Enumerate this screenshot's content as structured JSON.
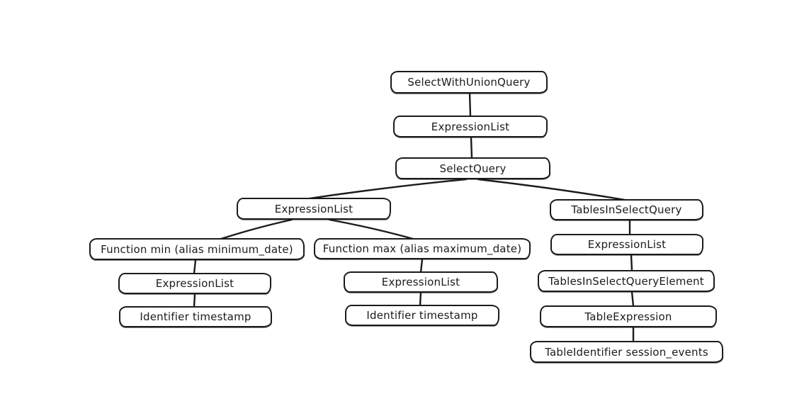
{
  "diagram": {
    "kind": "sql-ast-tree",
    "colors": {
      "background": "#ffffff",
      "node_fill": "#ffffff",
      "stroke": "#1b1b1b",
      "text": "#1b1b1b"
    }
  },
  "nodes": [
    {
      "id": "select-with-union-query",
      "label": "SelectWithUnionQuery"
    },
    {
      "id": "expression-list-root",
      "label": "ExpressionList"
    },
    {
      "id": "select-query",
      "label": "SelectQuery"
    },
    {
      "id": "expression-list-select",
      "label": "ExpressionList"
    },
    {
      "id": "function-min",
      "label": "Function min (alias minimum_date)"
    },
    {
      "id": "expression-list-min",
      "label": "ExpressionList"
    },
    {
      "id": "identifier-timestamp-min",
      "label": "Identifier timestamp"
    },
    {
      "id": "function-max",
      "label": "Function max (alias maximum_date)"
    },
    {
      "id": "expression-list-max",
      "label": "ExpressionList"
    },
    {
      "id": "identifier-timestamp-max",
      "label": "Identifier timestamp"
    },
    {
      "id": "tables-in-select-query",
      "label": "TablesInSelectQuery"
    },
    {
      "id": "expression-list-tables",
      "label": "ExpressionList"
    },
    {
      "id": "tables-in-select-query-element",
      "label": "TablesInSelectQueryElement"
    },
    {
      "id": "table-expression",
      "label": "TableExpression"
    },
    {
      "id": "table-identifier",
      "label": "TableIdentifier session_events"
    }
  ],
  "edges": [
    {
      "from": "select-with-union-query",
      "to": "expression-list-root"
    },
    {
      "from": "expression-list-root",
      "to": "select-query"
    },
    {
      "from": "select-query",
      "to": "expression-list-select"
    },
    {
      "from": "select-query",
      "to": "tables-in-select-query"
    },
    {
      "from": "expression-list-select",
      "to": "function-min"
    },
    {
      "from": "expression-list-select",
      "to": "function-max"
    },
    {
      "from": "function-min",
      "to": "expression-list-min"
    },
    {
      "from": "expression-list-min",
      "to": "identifier-timestamp-min"
    },
    {
      "from": "function-max",
      "to": "expression-list-max"
    },
    {
      "from": "expression-list-max",
      "to": "identifier-timestamp-max"
    },
    {
      "from": "tables-in-select-query",
      "to": "expression-list-tables"
    },
    {
      "from": "expression-list-tables",
      "to": "tables-in-select-query-element"
    },
    {
      "from": "tables-in-select-query-element",
      "to": "table-expression"
    },
    {
      "from": "table-expression",
      "to": "table-identifier"
    }
  ]
}
